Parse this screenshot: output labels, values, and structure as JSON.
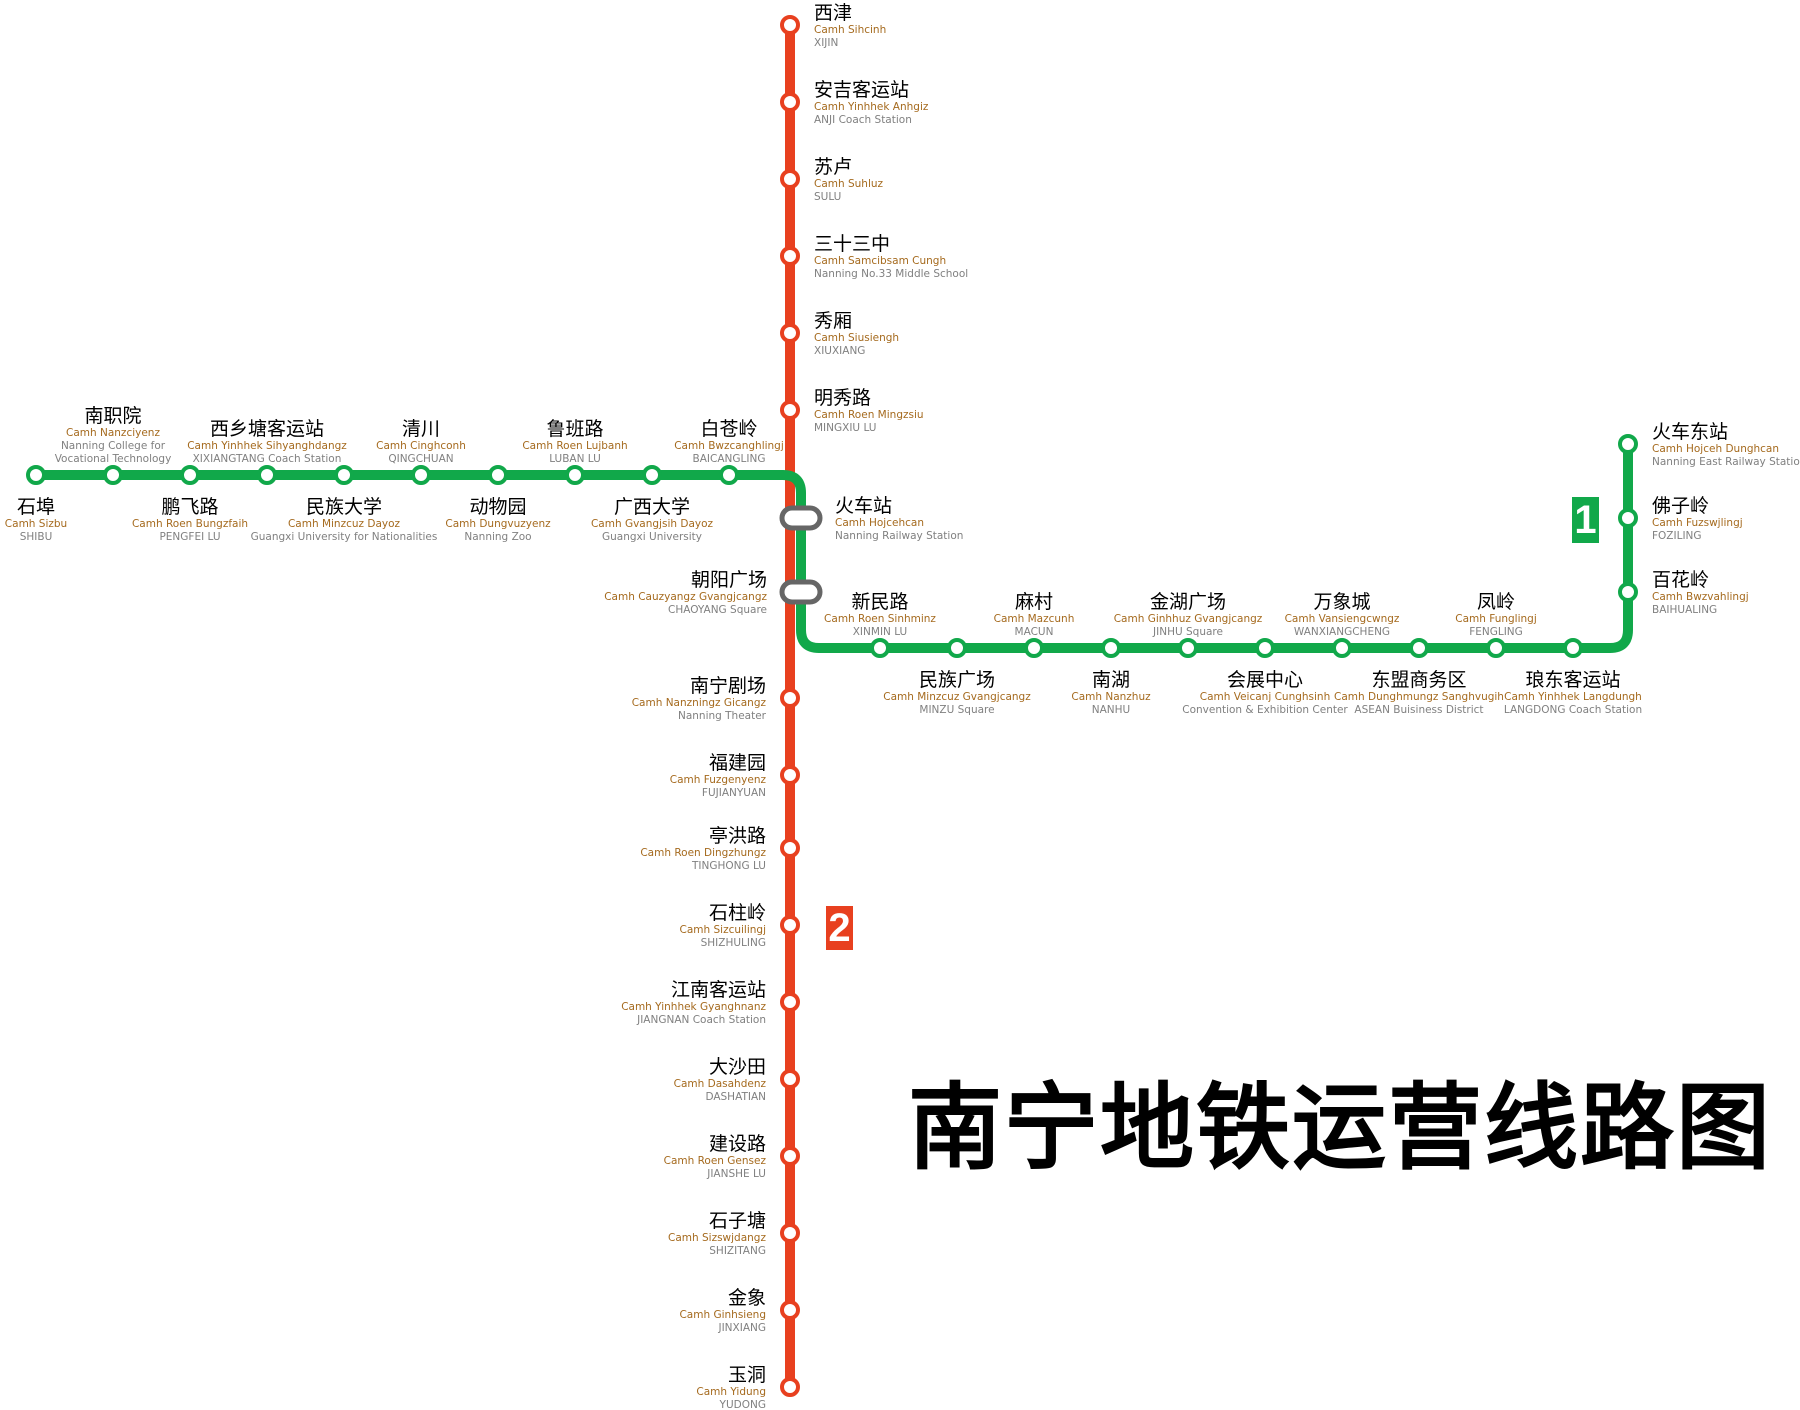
{
  "map": {
    "title": "南宁地铁运营线路图",
    "colors": {
      "line1": "#11a84a",
      "line2": "#e8401f",
      "station_fill": "#ffffff",
      "interchange": "#666666",
      "zh_text": "#000000",
      "zhuang_text": "#a56a1e",
      "en_text": "#808080"
    },
    "lines": [
      {
        "id": "line1",
        "label": "1"
      },
      {
        "id": "line2",
        "label": "2"
      }
    ],
    "stations": [
      {
        "id": "xijin",
        "zh": "西津",
        "zhuang": "Camh Sihcinh",
        "en": "XIJIN",
        "lines": [
          "2"
        ]
      },
      {
        "id": "anji",
        "zh": "安吉客运站",
        "zhuang": "Camh Yinhhek Anhgiz",
        "en": "ANJI Coach Station",
        "lines": [
          "2"
        ]
      },
      {
        "id": "sulu",
        "zh": "苏卢",
        "zhuang": "Camh Suhluz",
        "en": "SULU",
        "lines": [
          "2"
        ]
      },
      {
        "id": "sanshisanzhong",
        "zh": "三十三中",
        "zhuang": "Camh Samcibsam Cungh",
        "en": "Nanning No.33 Middle School",
        "lines": [
          "2"
        ]
      },
      {
        "id": "xiuxiang",
        "zh": "秀厢",
        "zhuang": "Camh Siusiengh",
        "en": "XIUXIANG",
        "lines": [
          "2"
        ]
      },
      {
        "id": "mingxiulu",
        "zh": "明秀路",
        "zhuang": "Camh Roen Mingzsiu",
        "en": "MINGXIU LU",
        "lines": [
          "2"
        ]
      },
      {
        "id": "huochezhan",
        "zh": "火车站",
        "zhuang": "Camh Hojcehcan",
        "en": "Nanning Railway Station",
        "lines": [
          "1",
          "2"
        ]
      },
      {
        "id": "chaoyang",
        "zh": "朝阳广场",
        "zhuang": "Camh Cauzyangz Gvangjcangz",
        "en": "CHAOYANG Square",
        "lines": [
          "1",
          "2"
        ]
      },
      {
        "id": "nanningjuchang",
        "zh": "南宁剧场",
        "zhuang": "Camh Nanzningz Gicangz",
        "en": "Nanning Theater",
        "lines": [
          "2"
        ]
      },
      {
        "id": "fujianyuan",
        "zh": "福建园",
        "zhuang": "Camh Fuzgenyenz",
        "en": "FUJIANYUAN",
        "lines": [
          "2"
        ]
      },
      {
        "id": "tinghonglu",
        "zh": "亭洪路",
        "zhuang": "Camh Roen Dingzhungz",
        "en": "TINGHONG LU",
        "lines": [
          "2"
        ]
      },
      {
        "id": "shizhuling",
        "zh": "石柱岭",
        "zhuang": "Camh Sizcuilingj",
        "en": "SHIZHULING",
        "lines": [
          "2"
        ]
      },
      {
        "id": "jiangnan",
        "zh": "江南客运站",
        "zhuang": "Camh Yinhhek Gyanghnanz",
        "en": "JIANGNAN Coach Station",
        "lines": [
          "2"
        ]
      },
      {
        "id": "dashatian",
        "zh": "大沙田",
        "zhuang": "Camh Dasahdenz",
        "en": "DASHATIAN",
        "lines": [
          "2"
        ]
      },
      {
        "id": "jiansheelu",
        "zh": "建设路",
        "zhuang": "Camh Roen Gensez",
        "en": "JIANSHE LU",
        "lines": [
          "2"
        ]
      },
      {
        "id": "shizitang",
        "zh": "石子塘",
        "zhuang": "Camh Sizswjdangz",
        "en": "SHIZITANG",
        "lines": [
          "2"
        ]
      },
      {
        "id": "jinxiang",
        "zh": "金象",
        "zhuang": "Camh Ginhsieng",
        "en": "JINXIANG",
        "lines": [
          "2"
        ]
      },
      {
        "id": "yudong",
        "zh": "玉洞",
        "zhuang": "Camh Yidung",
        "en": "YUDONG",
        "lines": [
          "2"
        ]
      },
      {
        "id": "shibu",
        "zh": "石埠",
        "zhuang": "Camh Sizbu",
        "en": "SHIBU",
        "lines": [
          "1"
        ]
      },
      {
        "id": "nanzhiyuan",
        "zh": "南职院",
        "zhuang": "Camh Nanzciyenz",
        "en": "Nanning College for Vocational Technology",
        "lines": [
          "1"
        ]
      },
      {
        "id": "pengfeilu",
        "zh": "鹏飞路",
        "zhuang": "Camh Roen Bungzfaih",
        "en": "PENGFEI LU",
        "lines": [
          "1"
        ]
      },
      {
        "id": "xixiangtang",
        "zh": "西乡塘客运站",
        "zhuang": "Camh Yinhhek Sihyanghdangz",
        "en": "XIXIANGTANG Coach Station",
        "lines": [
          "1"
        ]
      },
      {
        "id": "minzudaxue",
        "zh": "民族大学",
        "zhuang": "Camh Minzcuz Dayoz",
        "en": "Guangxi University for Nationalities",
        "lines": [
          "1"
        ]
      },
      {
        "id": "qingchuan",
        "zh": "清川",
        "zhuang": "Camh Cinghconh",
        "en": "QINGCHUAN",
        "lines": [
          "1"
        ]
      },
      {
        "id": "dongwuyuan",
        "zh": "动物园",
        "zhuang": "Camh Dungvuzyenz",
        "en": "Nanning Zoo",
        "lines": [
          "1"
        ]
      },
      {
        "id": "lubanlu",
        "zh": "鲁班路",
        "zhuang": "Camh Roen Lujbanh",
        "en": "LUBAN LU",
        "lines": [
          "1"
        ]
      },
      {
        "id": "guangxidaxue",
        "zh": "广西大学",
        "zhuang": "Camh Gvangjsih Dayoz",
        "en": "Guangxi University",
        "lines": [
          "1"
        ]
      },
      {
        "id": "baicangling",
        "zh": "白苍岭",
        "zhuang": "Camh Bwzcanghlingj",
        "en": "BAICANGLING",
        "lines": [
          "1"
        ]
      },
      {
        "id": "xinminlu",
        "zh": "新民路",
        "zhuang": "Camh Roen Sinhminz",
        "en": "XINMIN LU",
        "lines": [
          "1"
        ]
      },
      {
        "id": "minzuguangchang",
        "zh": "民族广场",
        "zhuang": "Camh Minzcuz Gvangjcangz",
        "en": "MINZU Square",
        "lines": [
          "1"
        ]
      },
      {
        "id": "macun",
        "zh": "麻村",
        "zhuang": "Camh Mazcunh",
        "en": "MACUN",
        "lines": [
          "1"
        ]
      },
      {
        "id": "nanhu",
        "zh": "南湖",
        "zhuang": "Camh Nanzhuz",
        "en": "NANHU",
        "lines": [
          "1"
        ]
      },
      {
        "id": "jinhu",
        "zh": "金湖广场",
        "zhuang": "Camh Ginhhuz Gvangjcangz",
        "en": "JINHU Square",
        "lines": [
          "1"
        ]
      },
      {
        "id": "huizhan",
        "zh": "会展中心",
        "zhuang": "Camh Veicanj Cunghsinh",
        "en": "Convention & Exhibition Center",
        "lines": [
          "1"
        ]
      },
      {
        "id": "wanxiangcheng",
        "zh": "万象城",
        "zhuang": "Camh Vansiengcwngz",
        "en": "WANXIANGCHENG",
        "lines": [
          "1"
        ]
      },
      {
        "id": "dongmeng",
        "zh": "东盟商务区",
        "zhuang": "Camh Dunghmungz Sanghvugih",
        "en": "ASEAN Buisiness District",
        "lines": [
          "1"
        ]
      },
      {
        "id": "fengling",
        "zh": "凤岭",
        "zhuang": "Camh Funglingj",
        "en": "FENGLING",
        "lines": [
          "1"
        ]
      },
      {
        "id": "langdong",
        "zh": "琅东客运站",
        "zhuang": "Camh Yinhhek Langdungh",
        "en": "LANGDONG Coach Station",
        "lines": [
          "1"
        ]
      },
      {
        "id": "baihualing",
        "zh": "百花岭",
        "zhuang": "Camh Bwzvahlingj",
        "en": "BAIHUALING",
        "lines": [
          "1"
        ]
      },
      {
        "id": "foziling",
        "zh": "佛子岭",
        "zhuang": "Camh Fuzswjlingj",
        "en": "FOZILING",
        "lines": [
          "1"
        ]
      },
      {
        "id": "huochedongzhan",
        "zh": "火车东站",
        "zhuang": "Camh Hojceh Dunghcan",
        "en": "Nanning East Railway Station",
        "lines": [
          "1"
        ]
      }
    ]
  }
}
